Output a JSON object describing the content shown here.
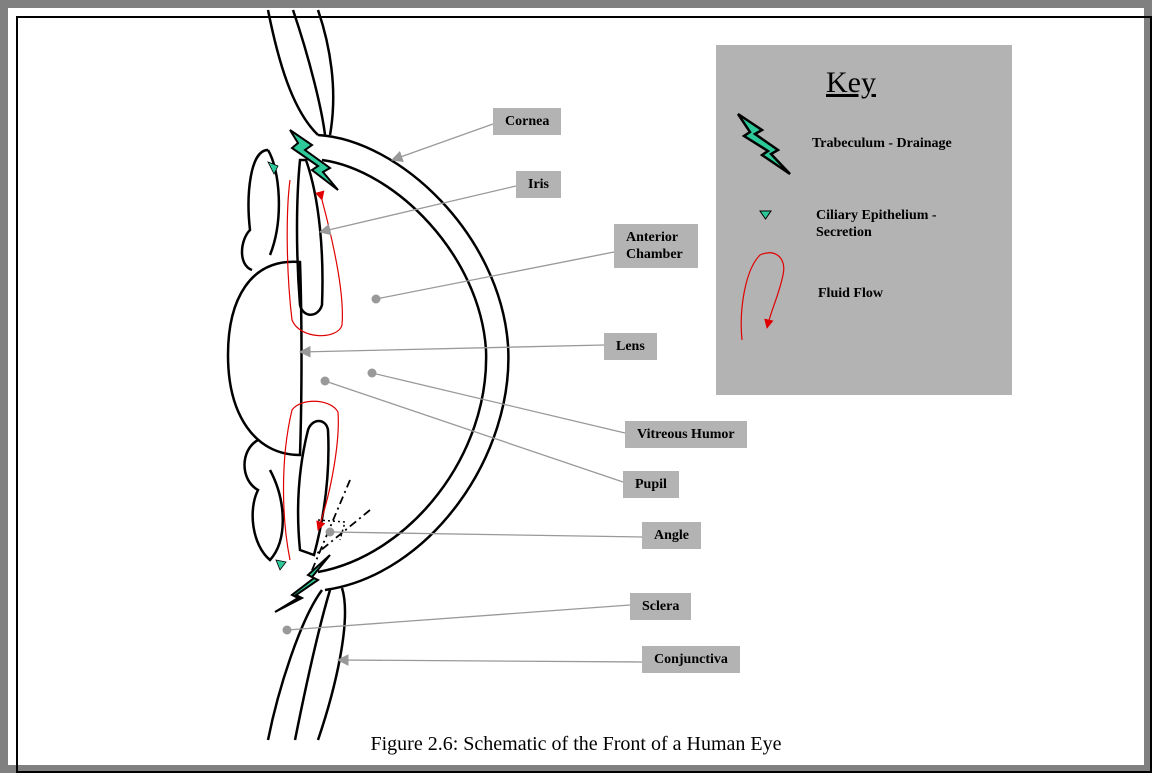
{
  "labels": {
    "cornea": "Cornea",
    "iris": "Iris",
    "anterior_chamber": "Anterior Chamber",
    "lens": "Lens",
    "vitreous_humor": "Vitreous Humor",
    "pupil": "Pupil",
    "angle": "Angle",
    "sclera": "Sclera",
    "conjunctiva": "Conjunctiva"
  },
  "key": {
    "title": "Key",
    "items": [
      {
        "label": "Trabeculum - Drainage",
        "icon": "lightning-bolt-icon"
      },
      {
        "label": "Ciliary Epithelium - Secretion",
        "icon": "triangle-icon"
      },
      {
        "label": "Fluid Flow",
        "icon": "flow-arrow-icon"
      }
    ]
  },
  "caption": "Figure 2.6: Schematic of the Front of a Human Eye",
  "colors": {
    "label_bg": "#b3b3b3",
    "frame": "#808080",
    "leader_line": "#999999",
    "drainage": "#2ec99a",
    "flow": "#e00000"
  }
}
